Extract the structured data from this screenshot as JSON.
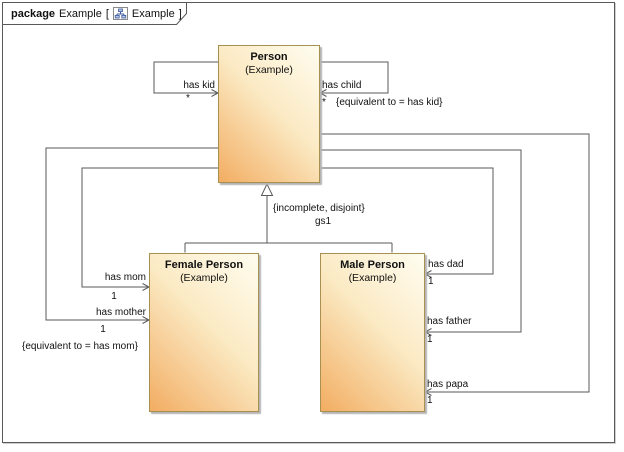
{
  "frame_header": {
    "keyword": "package",
    "package_name": "Example",
    "bracket_open": "[",
    "diagram_name": "Example",
    "bracket_close": "]",
    "diagram_icon": "class-diagram-icon"
  },
  "classes": [
    {
      "name": "Person",
      "stereotype": "(Example)"
    },
    {
      "name": "Female Person",
      "stereotype": "(Example)"
    },
    {
      "name": "Male Person",
      "stereotype": "(Example)"
    }
  ],
  "associations": [
    {
      "name": "has kid",
      "multiplicity": "*",
      "from": "Person",
      "to": "Person"
    },
    {
      "name": "has child",
      "multiplicity": "*",
      "constraint": "{equivalent to = has kid}",
      "from": "Person",
      "to": "Person"
    },
    {
      "name": "has mom",
      "multiplicity": "1",
      "from": "Female Person",
      "to": "Person"
    },
    {
      "name": "has mother",
      "multiplicity": "1",
      "constraint": "{equivalent to = has mom}",
      "from": "Female Person",
      "to": "Person"
    },
    {
      "name": "has dad",
      "multiplicity": "1",
      "from": "Male Person",
      "to": "Person"
    },
    {
      "name": "has father",
      "multiplicity": "1",
      "from": "Male Person",
      "to": "Person"
    },
    {
      "name": "has papa",
      "multiplicity": "1",
      "from": "Male Person",
      "to": "Person"
    }
  ],
  "generalization": {
    "constraint": "{incomplete, disjoint}",
    "label": "gs1",
    "general": "Person",
    "specifics": [
      "Female Person",
      "Male Person"
    ]
  },
  "colors": {
    "connector_line": "#5a5a5a",
    "class_border": "#a89050",
    "class_fill_light": "#fffdf0",
    "class_fill_dark": "#f2ad62",
    "frame_border": "#595959",
    "icon_blue": "#3d5a9e"
  }
}
